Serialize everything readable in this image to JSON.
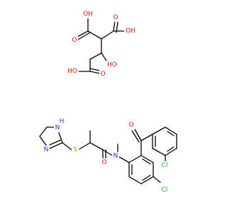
{
  "colors": {
    "background": "#ffffff",
    "bond": "#000000",
    "oxygen": "#e8180b",
    "nitrogen": "#3030e8",
    "chlorine": "#18b818",
    "sulfur": "#b8a000"
  },
  "labels": {
    "citrate_oh_top_left": "OH",
    "citrate_o_top_left": "O",
    "citrate_o_top_right": "O",
    "citrate_oh_top_right": "OH",
    "citrate_ho_hydroxyl": "HO",
    "citrate_o_bottom": "O",
    "citrate_ho_bottom": "HO",
    "ketone_o": "O",
    "cl_benzoyl": "Cl",
    "nh_ring": "H",
    "n_ring_upper": "N",
    "n_ring_lower": "N",
    "s_thioether": "S",
    "n_amide": "N",
    "o_amide": "O",
    "cl_aryl": "Cl"
  }
}
